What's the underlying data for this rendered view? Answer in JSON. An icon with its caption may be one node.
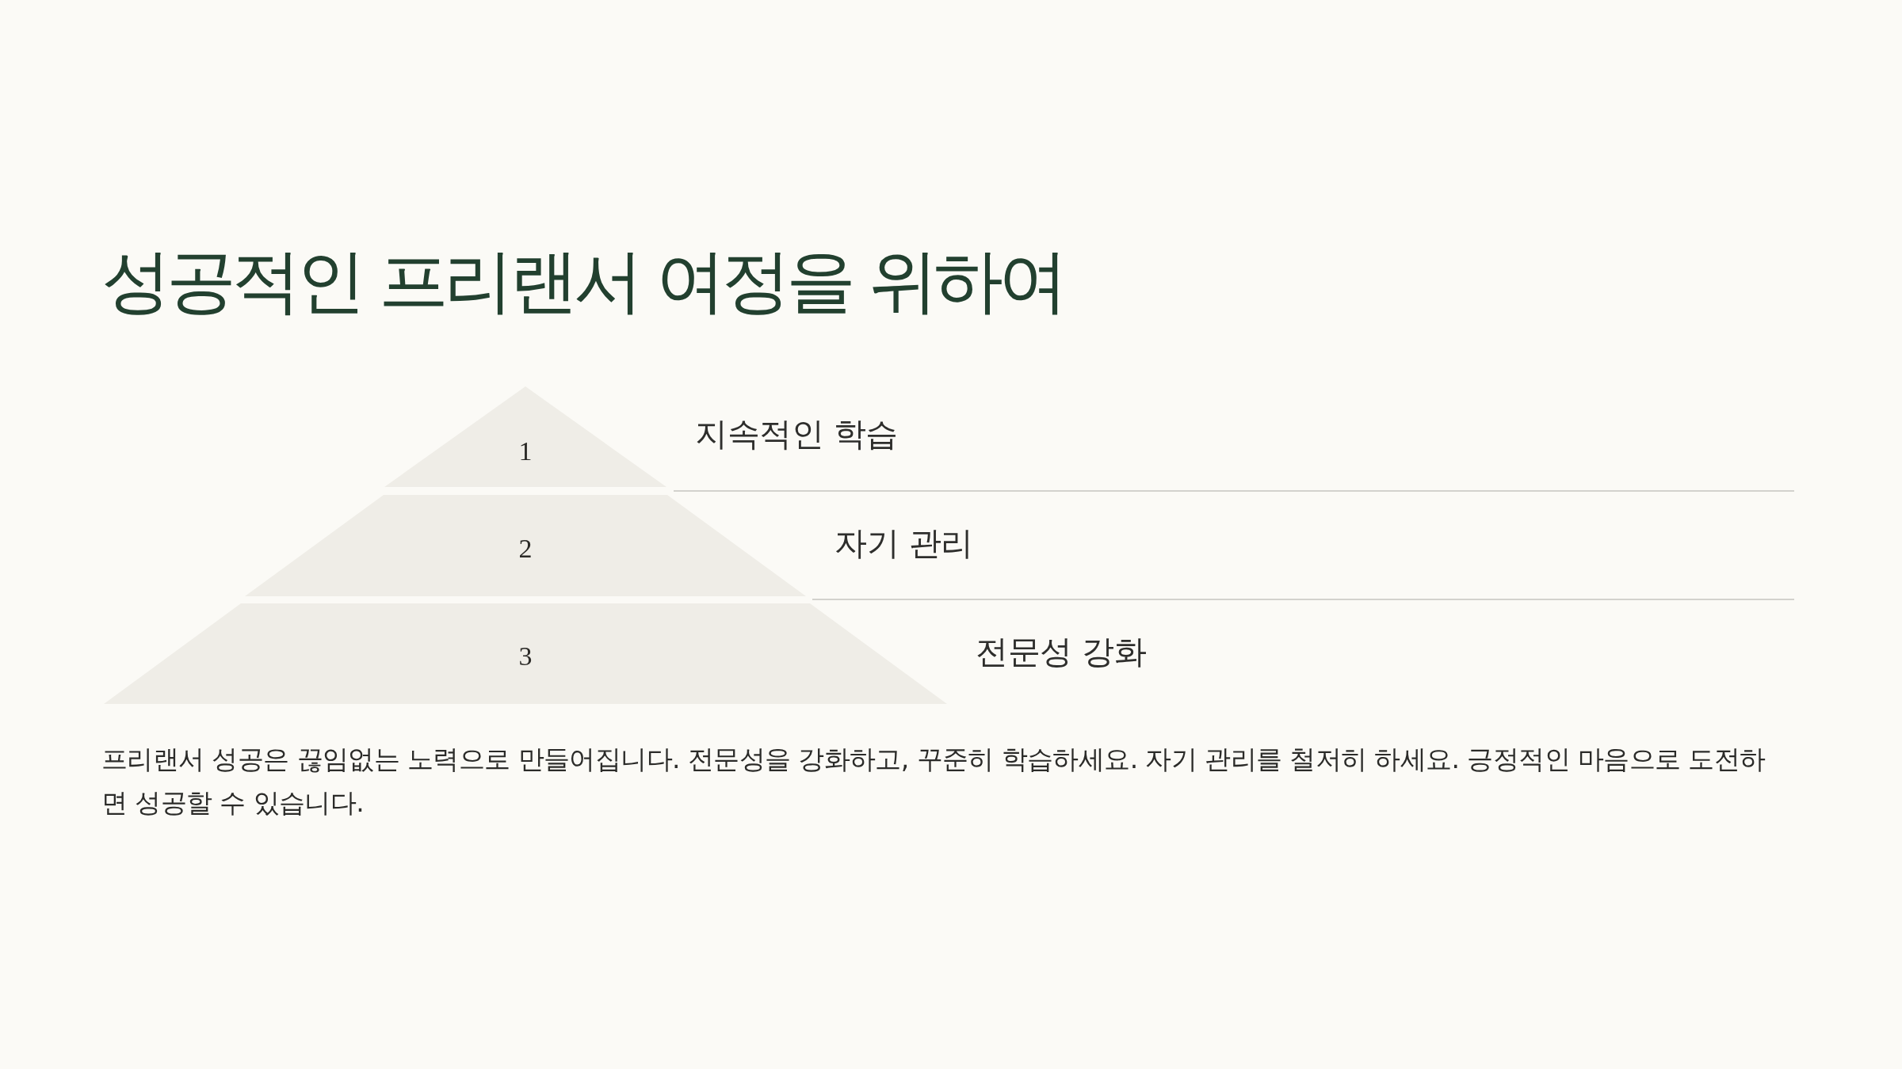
{
  "diagram": {
    "title": "성공적인 프리랜서 여정을 위하여",
    "nodes": [
      {
        "text": [
          "1"
        ],
        "beside": [
          "지속적인 학습"
        ]
      },
      {
        "text": [
          "2"
        ],
        "beside": [
          "자기 관리"
        ]
      },
      {
        "text": [
          "3"
        ],
        "beside": [
          "전문성 강화"
        ]
      }
    ],
    "caption": "프리랜서 성공은 끊임없는 노력으로 만들어집니다. 전문성을 강화하고, 꾸준히 학습하세요. 자기 관리를 철저히 하세요. 긍정적인 마음으로 도전하면 성공할 수 있습니다."
  }
}
